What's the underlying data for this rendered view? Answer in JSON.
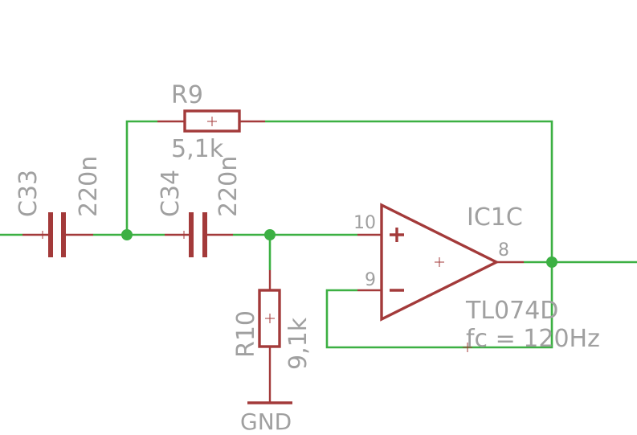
{
  "components": {
    "c33": {
      "name": "C33",
      "value": "220n"
    },
    "c34": {
      "name": "C34",
      "value": "220n"
    },
    "r9": {
      "name": "R9",
      "value": "5,1k"
    },
    "r10": {
      "name": "R10",
      "value": "9,1k"
    },
    "opamp": {
      "name": "IC1C",
      "part": "TL074D",
      "note": "fc = 120Hz",
      "pin_noninverting": "10",
      "pin_inverting": "9",
      "pin_output": "8"
    }
  },
  "ground_label": "GND",
  "colors": {
    "wire": "#3cb043",
    "component": "#a33a3a",
    "label": "#a0a0a0",
    "background": "#ffffff"
  }
}
